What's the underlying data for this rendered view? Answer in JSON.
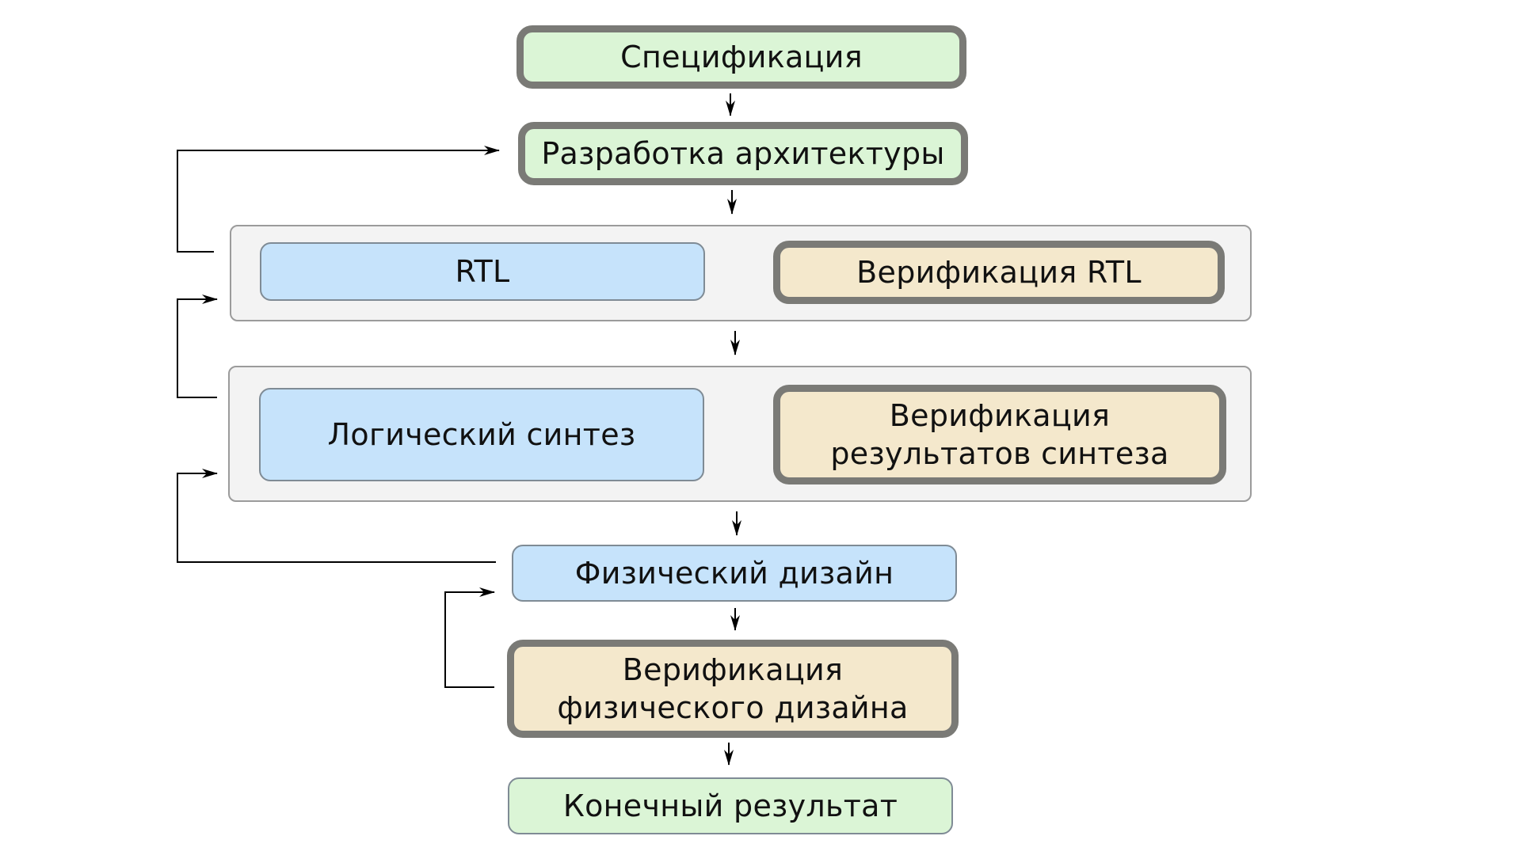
{
  "diagram": {
    "nodes": {
      "specification": "Спецификация",
      "architecture": "Разработка архитектуры",
      "rtl": "RTL",
      "rtl_verification": "Верификация RTL",
      "logic_synthesis": "Логический синтез",
      "synthesis_verification": {
        "line1": "Верификация",
        "line2": "результатов синтеза"
      },
      "physical_design": "Физический дизайн",
      "physical_verification": {
        "line1": "Верификация",
        "line2": "физического дизайна"
      },
      "final_result": "Конечный результат"
    },
    "colors": {
      "green_fill": "#dbf5d6",
      "blue_fill": "#c6e3fb",
      "beige_fill": "#f4e8cc",
      "group_fill": "#f3f3f3",
      "thick_border": "#7a7a76",
      "line": "#000000"
    }
  }
}
